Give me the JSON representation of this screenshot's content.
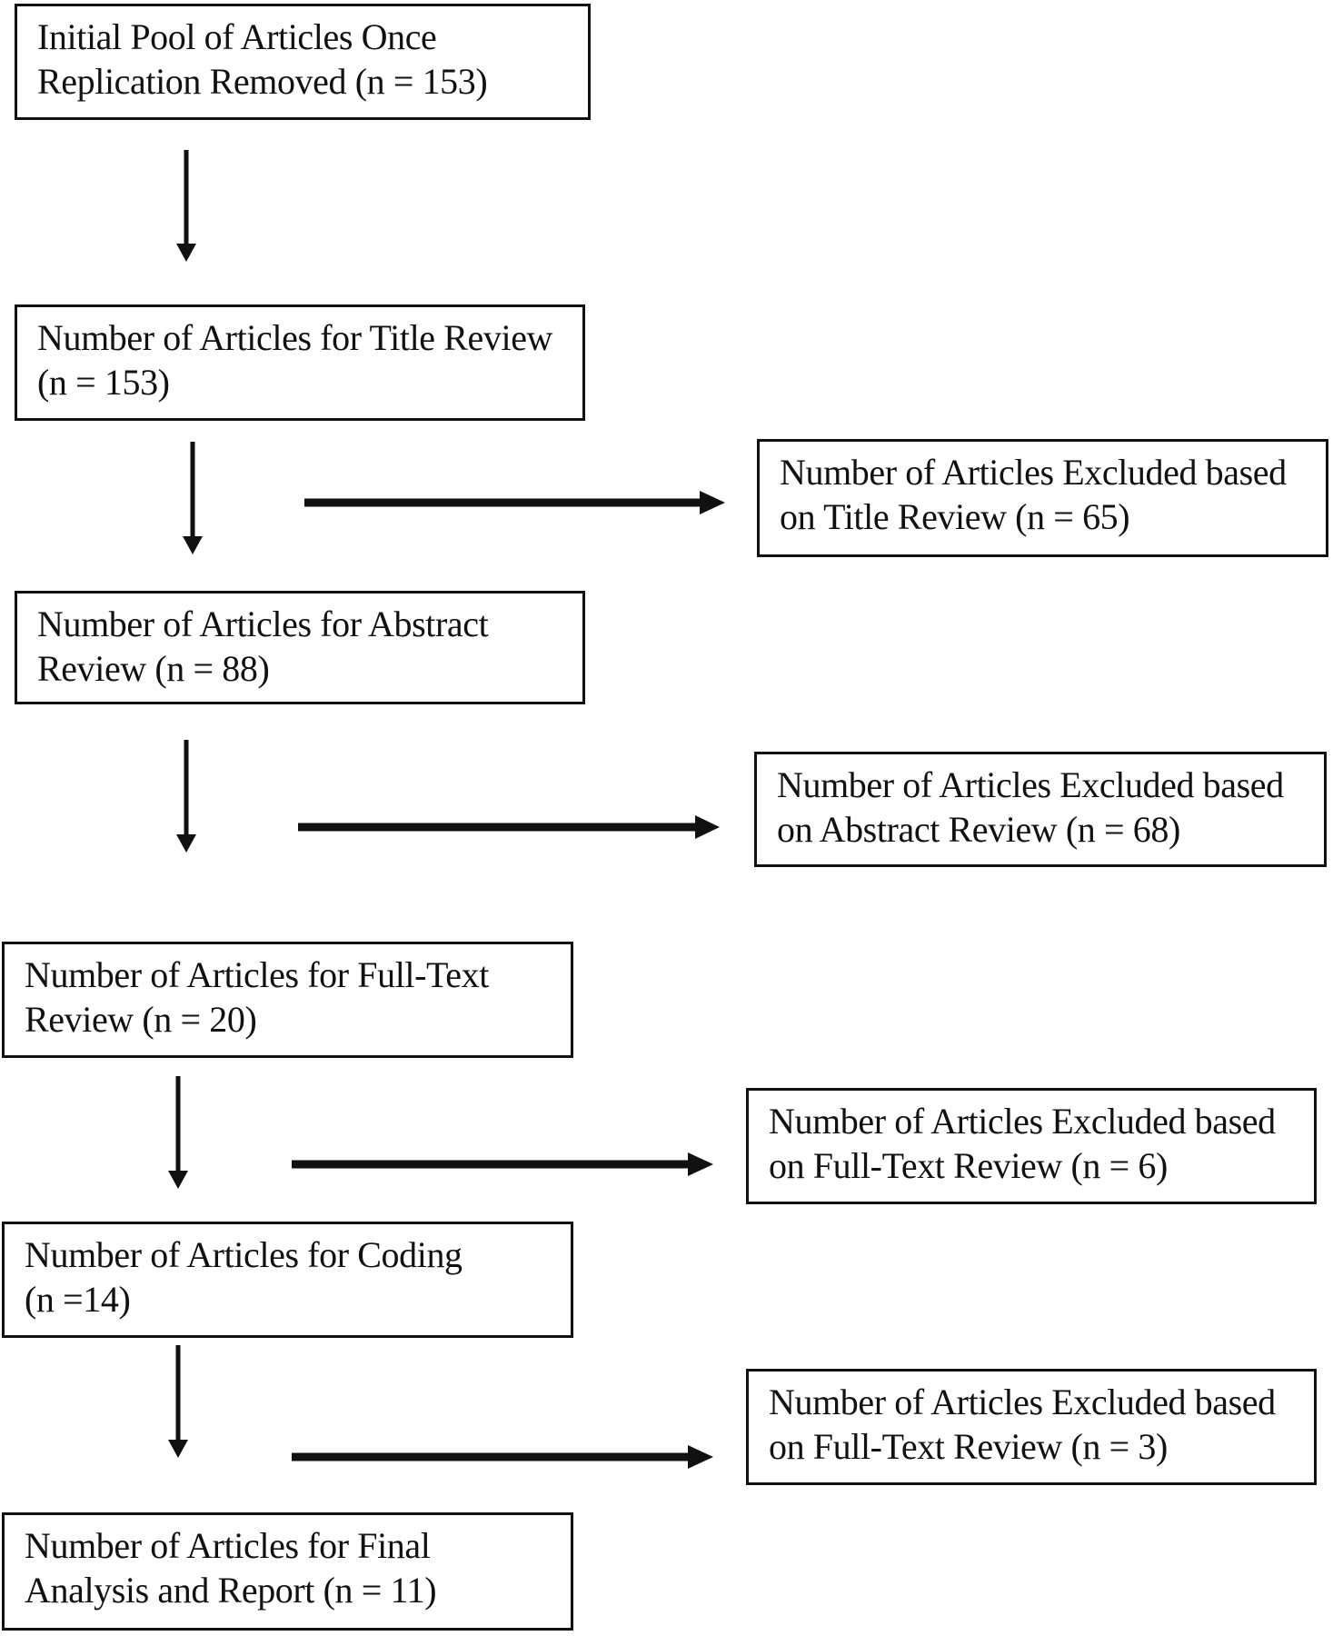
{
  "flowchart": {
    "steps": [
      {
        "line1": "Initial Pool of Articles Once",
        "line2": "Replication Removed (n = 153)"
      },
      {
        "line1": "Number of Articles for Title Review",
        "line2": "(n = 153)"
      },
      {
        "line1": "Number of Articles for Abstract",
        "line2": "Review (n = 88)"
      },
      {
        "line1": "Number of Articles for Full-Text",
        "line2": "Review (n = 20)"
      },
      {
        "line1": "Number of Articles for Coding",
        "line2": "(n =14)"
      },
      {
        "line1": "Number of Articles for Final",
        "line2": "Analysis and Report (n = 11)"
      }
    ],
    "exclusions": [
      {
        "line1": "Number of Articles Excluded based",
        "line2": "on Title Review (n = 65)"
      },
      {
        "line1": "Number of Articles Excluded based",
        "line2": "on Abstract Review (n = 68)"
      },
      {
        "line1": "Number of Articles Excluded based",
        "line2": "on Full-Text Review (n = 6)"
      },
      {
        "line1": "Number of Articles Excluded based",
        "line2": "on Full-Text Review (n = 3)"
      }
    ]
  }
}
